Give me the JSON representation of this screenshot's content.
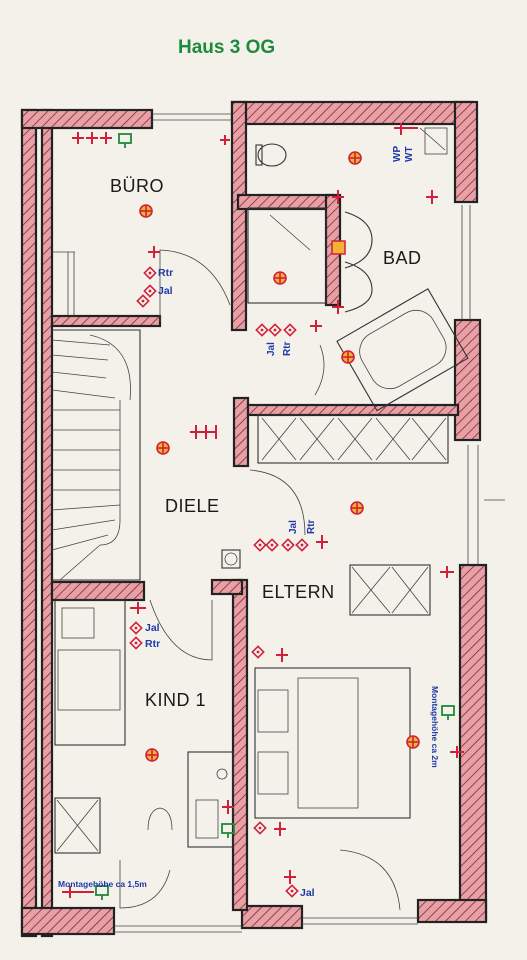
{
  "title": "Haus 3 OG",
  "rooms": {
    "buero": "BÜRO",
    "bad": "BAD",
    "diele": "DIELE",
    "eltern": "ELTERN",
    "kind1": "KIND 1"
  },
  "labels": {
    "rtr": "Rtr",
    "jal": "Jal",
    "wt": "WT",
    "wp": "WP"
  },
  "notes": {
    "montage_15": "Montagehöhe ca 1,5m",
    "montage_2": "Montagehöhe ca 2m"
  },
  "colors": {
    "wall_fill": "#e8a0a6",
    "symbol_red": "#d1203a",
    "label_blue": "#1c3aa8",
    "data_green": "#1e8a3c",
    "title_green": "#1e8a3c"
  }
}
